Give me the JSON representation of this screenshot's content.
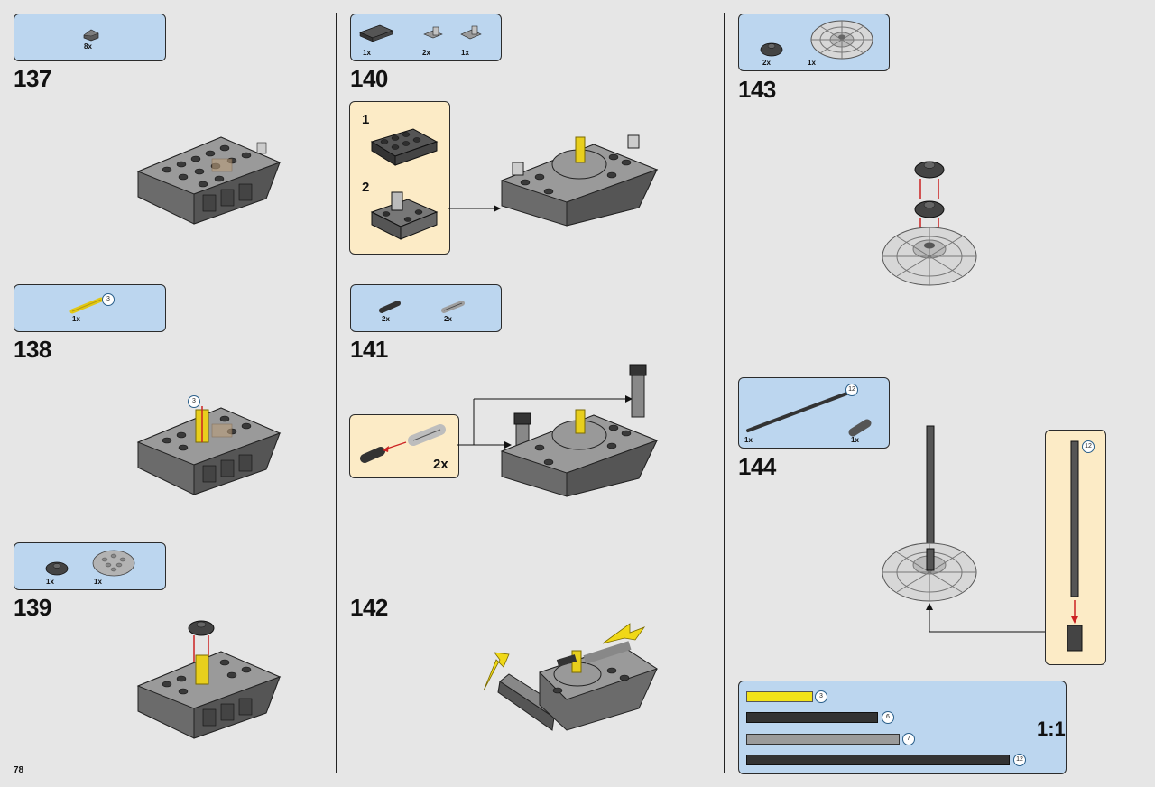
{
  "page": {
    "number": "78"
  },
  "steps": [
    {
      "number": "137",
      "parts": [
        {
          "qty": "8x",
          "icon": "slope-brick-icon"
        }
      ]
    },
    {
      "number": "138",
      "parts": [
        {
          "qty": "1x",
          "icon": "yellow-axle-icon",
          "badge": "3"
        }
      ],
      "callout_badge": "3"
    },
    {
      "number": "139",
      "parts": [
        {
          "qty": "1x",
          "icon": "round-plate-icon"
        },
        {
          "qty": "1x",
          "icon": "round-plate-large-icon"
        }
      ]
    },
    {
      "number": "140",
      "parts": [
        {
          "qty": "1x",
          "icon": "plate-2x4-icon"
        },
        {
          "qty": "2x",
          "icon": "bracket-icon"
        },
        {
          "qty": "1x",
          "icon": "bracket-plate-icon"
        }
      ],
      "submodel": {
        "sub1": "1",
        "sub2": "2"
      }
    },
    {
      "number": "141",
      "parts": [
        {
          "qty": "2x",
          "icon": "pin-connector-icon"
        },
        {
          "qty": "2x",
          "icon": "axle-connector-icon"
        }
      ],
      "submodel": {
        "multiplier": "2x"
      }
    },
    {
      "number": "142"
    },
    {
      "number": "143",
      "parts": [
        {
          "qty": "2x",
          "icon": "round-plate-icon"
        },
        {
          "qty": "1x",
          "icon": "radar-dish-icon"
        }
      ]
    },
    {
      "number": "144",
      "parts": [
        {
          "qty": "1x",
          "icon": "long-axle-icon",
          "badge": "12"
        },
        {
          "qty": "1x",
          "icon": "axle-connector-icon"
        }
      ],
      "callout_badge": "12"
    }
  ],
  "ruler": {
    "scale": "1:1",
    "items": [
      {
        "badge": "3",
        "color": "#f2e21a"
      },
      {
        "badge": "6",
        "color": "#333333"
      },
      {
        "badge": "7",
        "color": "#9b9b9b"
      },
      {
        "badge": "12",
        "color": "#333333"
      }
    ]
  }
}
